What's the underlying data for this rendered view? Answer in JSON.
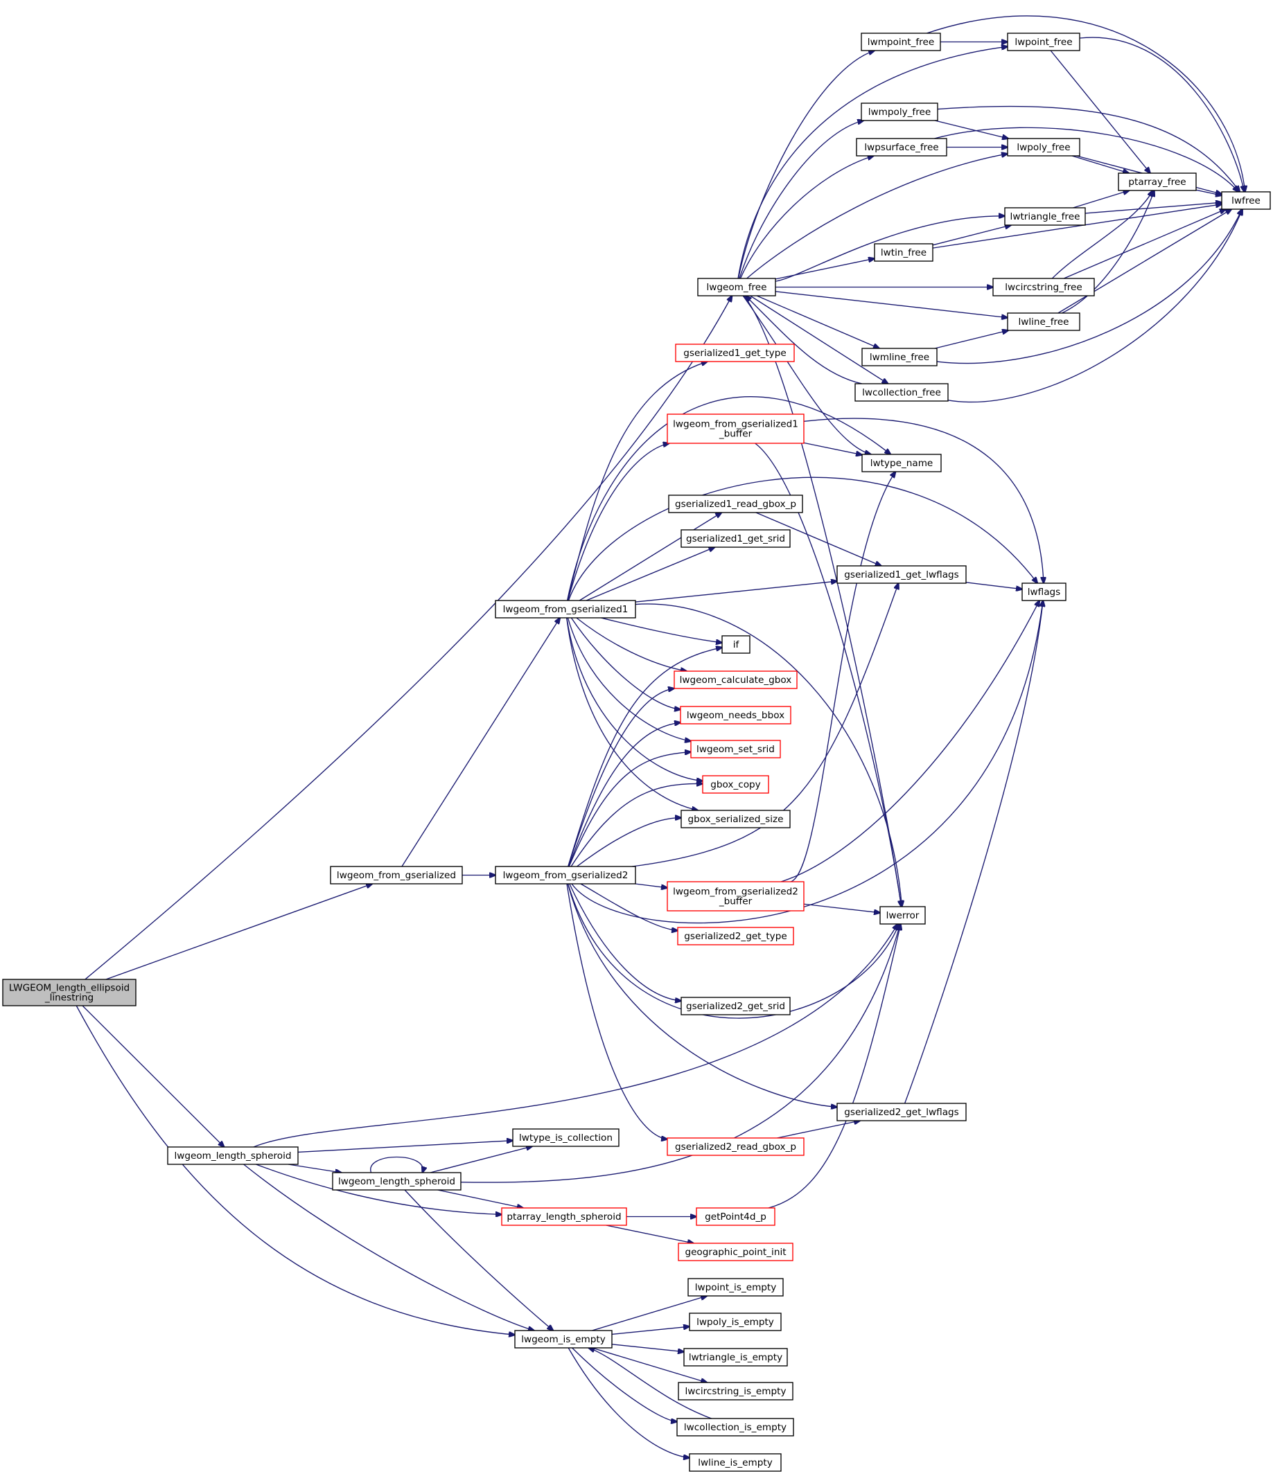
{
  "colors": {
    "edge": "#191970",
    "node_border": "#000000",
    "truncated_border": "#ff0000",
    "root_fill": "#bfbfbf",
    "node_fill": "#ffffff"
  },
  "nodes": {
    "n0": {
      "lines": [
        "LWGEOM_length_ellipsoid",
        "_linestring"
      ],
      "style": "root"
    },
    "n1": {
      "lines": [
        "lwgeom_free"
      ],
      "style": "normal"
    },
    "n2": {
      "lines": [
        "lwmpoint_free"
      ],
      "style": "normal"
    },
    "n3": {
      "lines": [
        "lwpoint_free"
      ],
      "style": "normal"
    },
    "n4": {
      "lines": [
        "lwfree"
      ],
      "style": "normal"
    },
    "n5": {
      "lines": [
        "ptarray_free"
      ],
      "style": "normal"
    },
    "n6": {
      "lines": [
        "lwmpoly_free"
      ],
      "style": "normal"
    },
    "n7": {
      "lines": [
        "lwpoly_free"
      ],
      "style": "normal"
    },
    "n8": {
      "lines": [
        "lwpsurface_free"
      ],
      "style": "normal"
    },
    "n9": {
      "lines": [
        "lwtriangle_free"
      ],
      "style": "normal"
    },
    "n10": {
      "lines": [
        "lwtin_free"
      ],
      "style": "normal"
    },
    "n11": {
      "lines": [
        "lwcircstring_free"
      ],
      "style": "normal"
    },
    "n12": {
      "lines": [
        "lwline_free"
      ],
      "style": "normal"
    },
    "n13": {
      "lines": [
        "lwmline_free"
      ],
      "style": "normal"
    },
    "n14": {
      "lines": [
        "lwcollection_free"
      ],
      "style": "normal"
    },
    "n15": {
      "lines": [
        "lwtype_name"
      ],
      "style": "normal"
    },
    "n16": {
      "lines": [
        "lwgeom_from_gserialized"
      ],
      "style": "normal"
    },
    "n17": {
      "lines": [
        "lwgeom_from_gserialized1"
      ],
      "style": "normal"
    },
    "n18": {
      "lines": [
        "gserialized1_get_type"
      ],
      "style": "truncated"
    },
    "n19": {
      "lines": [
        "lwgeom_from_gserialized1",
        "_buffer"
      ],
      "style": "truncated"
    },
    "n20": {
      "lines": [
        "gserialized1_read_gbox_p"
      ],
      "style": "normal"
    },
    "n21": {
      "lines": [
        "gserialized1_get_srid"
      ],
      "style": "normal"
    },
    "n22": {
      "lines": [
        "gserialized1_get_lwflags"
      ],
      "style": "normal"
    },
    "n23": {
      "lines": [
        "lwflags"
      ],
      "style": "normal"
    },
    "n24": {
      "lines": [
        "if"
      ],
      "style": "normal"
    },
    "n25": {
      "lines": [
        "lwgeom_calculate_gbox"
      ],
      "style": "truncated"
    },
    "n26": {
      "lines": [
        "lwgeom_needs_bbox"
      ],
      "style": "truncated"
    },
    "n27": {
      "lines": [
        "lwgeom_set_srid"
      ],
      "style": "truncated"
    },
    "n28": {
      "lines": [
        "gbox_copy"
      ],
      "style": "truncated"
    },
    "n29": {
      "lines": [
        "gbox_serialized_size"
      ],
      "style": "normal"
    },
    "n30": {
      "lines": [
        "lwgeom_from_gserialized2"
      ],
      "style": "normal"
    },
    "n31": {
      "lines": [
        "lwgeom_from_gserialized2",
        "_buffer"
      ],
      "style": "truncated"
    },
    "n32": {
      "lines": [
        "lwerror"
      ],
      "style": "normal"
    },
    "n33": {
      "lines": [
        "gserialized2_get_type"
      ],
      "style": "truncated"
    },
    "n34": {
      "lines": [
        "gserialized2_get_srid"
      ],
      "style": "normal"
    },
    "n35": {
      "lines": [
        "gserialized2_get_lwflags"
      ],
      "style": "normal"
    },
    "n36": {
      "lines": [
        "gserialized2_read_gbox_p"
      ],
      "style": "truncated"
    },
    "n37": {
      "lines": [
        "lwgeom_length_spheroid"
      ],
      "style": "normal"
    },
    "n38": {
      "lines": [
        "lwtype_is_collection"
      ],
      "style": "normal"
    },
    "n39": {
      "lines": [
        "lwgeom_length_spheroid"
      ],
      "style": "normal"
    },
    "n40": {
      "lines": [
        "ptarray_length_spheroid"
      ],
      "style": "truncated"
    },
    "n41": {
      "lines": [
        "getPoint4d_p"
      ],
      "style": "truncated"
    },
    "n42": {
      "lines": [
        "geographic_point_init"
      ],
      "style": "truncated"
    },
    "n43": {
      "lines": [
        "lwgeom_is_empty"
      ],
      "style": "normal"
    },
    "n44": {
      "lines": [
        "lwpoint_is_empty"
      ],
      "style": "normal"
    },
    "n45": {
      "lines": [
        "lwpoly_is_empty"
      ],
      "style": "normal"
    },
    "n46": {
      "lines": [
        "lwtriangle_is_empty"
      ],
      "style": "normal"
    },
    "n47": {
      "lines": [
        "lwcircstring_is_empty"
      ],
      "style": "normal"
    },
    "n48": {
      "lines": [
        "lwcollection_is_empty"
      ],
      "style": "normal"
    },
    "n49": {
      "lines": [
        "lwline_is_empty"
      ],
      "style": "normal"
    }
  },
  "edges": [
    [
      "n0",
      "n1"
    ],
    [
      "n0",
      "n16"
    ],
    [
      "n0",
      "n37"
    ],
    [
      "n0",
      "n43"
    ],
    [
      "n1",
      "n2"
    ],
    [
      "n1",
      "n3"
    ],
    [
      "n1",
      "n6"
    ],
    [
      "n1",
      "n7"
    ],
    [
      "n1",
      "n8"
    ],
    [
      "n1",
      "n9"
    ],
    [
      "n1",
      "n10"
    ],
    [
      "n1",
      "n11"
    ],
    [
      "n1",
      "n12"
    ],
    [
      "n1",
      "n13"
    ],
    [
      "n1",
      "n14"
    ],
    [
      "n1",
      "n15"
    ],
    [
      "n1",
      "n32"
    ],
    [
      "n2",
      "n3"
    ],
    [
      "n2",
      "n4"
    ],
    [
      "n3",
      "n5"
    ],
    [
      "n3",
      "n4"
    ],
    [
      "n5",
      "n4"
    ],
    [
      "n6",
      "n7"
    ],
    [
      "n6",
      "n4"
    ],
    [
      "n7",
      "n5"
    ],
    [
      "n7",
      "n4"
    ],
    [
      "n8",
      "n7"
    ],
    [
      "n8",
      "n4"
    ],
    [
      "n9",
      "n5"
    ],
    [
      "n9",
      "n4"
    ],
    [
      "n10",
      "n9"
    ],
    [
      "n10",
      "n4"
    ],
    [
      "n11",
      "n5"
    ],
    [
      "n11",
      "n4"
    ],
    [
      "n12",
      "n5"
    ],
    [
      "n12",
      "n4"
    ],
    [
      "n13",
      "n12"
    ],
    [
      "n13",
      "n4"
    ],
    [
      "n14",
      "n1"
    ],
    [
      "n14",
      "n4"
    ],
    [
      "n16",
      "n17"
    ],
    [
      "n16",
      "n30"
    ],
    [
      "n17",
      "n18"
    ],
    [
      "n17",
      "n15"
    ],
    [
      "n17",
      "n19"
    ],
    [
      "n17",
      "n23"
    ],
    [
      "n17",
      "n20"
    ],
    [
      "n17",
      "n21"
    ],
    [
      "n17",
      "n22"
    ],
    [
      "n17",
      "n32"
    ],
    [
      "n17",
      "n24"
    ],
    [
      "n17",
      "n25"
    ],
    [
      "n17",
      "n26"
    ],
    [
      "n17",
      "n27"
    ],
    [
      "n17",
      "n28"
    ],
    [
      "n17",
      "n29"
    ],
    [
      "n19",
      "n15"
    ],
    [
      "n19",
      "n23"
    ],
    [
      "n19",
      "n32"
    ],
    [
      "n20",
      "n22"
    ],
    [
      "n22",
      "n23"
    ],
    [
      "n30",
      "n24"
    ],
    [
      "n30",
      "n25"
    ],
    [
      "n30",
      "n26"
    ],
    [
      "n30",
      "n27"
    ],
    [
      "n30",
      "n28"
    ],
    [
      "n30",
      "n29"
    ],
    [
      "n30",
      "n22"
    ],
    [
      "n30",
      "n31"
    ],
    [
      "n30",
      "n33"
    ],
    [
      "n30",
      "n23"
    ],
    [
      "n30",
      "n34"
    ],
    [
      "n30",
      "n32"
    ],
    [
      "n30",
      "n35"
    ],
    [
      "n30",
      "n36"
    ],
    [
      "n31",
      "n15"
    ],
    [
      "n31",
      "n23"
    ],
    [
      "n31",
      "n32"
    ],
    [
      "n35",
      "n23"
    ],
    [
      "n36",
      "n35"
    ],
    [
      "n37",
      "n32"
    ],
    [
      "n37",
      "n38"
    ],
    [
      "n37",
      "n39"
    ],
    [
      "n37",
      "n40"
    ],
    [
      "n37",
      "n43"
    ],
    [
      "n39",
      "n39"
    ],
    [
      "n39",
      "n38"
    ],
    [
      "n39",
      "n32"
    ],
    [
      "n39",
      "n40"
    ],
    [
      "n39",
      "n43"
    ],
    [
      "n40",
      "n41"
    ],
    [
      "n40",
      "n42"
    ],
    [
      "n41",
      "n32"
    ],
    [
      "n43",
      "n44"
    ],
    [
      "n43",
      "n45"
    ],
    [
      "n43",
      "n46"
    ],
    [
      "n43",
      "n47"
    ],
    [
      "n43",
      "n48"
    ],
    [
      "n43",
      "n49"
    ],
    [
      "n48",
      "n43"
    ]
  ]
}
